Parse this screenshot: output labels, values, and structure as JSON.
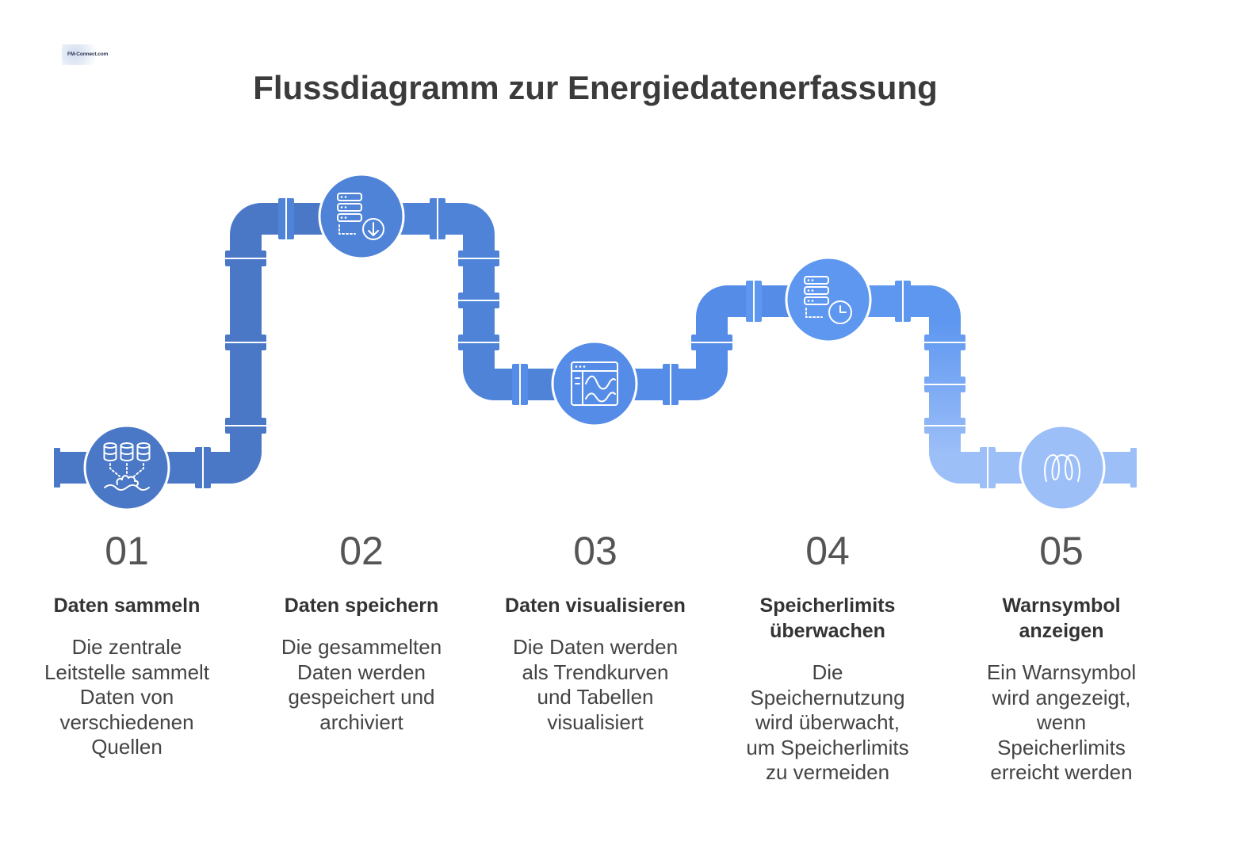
{
  "logo": {
    "text": "FM-Connect.com"
  },
  "title": "Flussdiagramm zur Energiedatenerfassung",
  "colors": {
    "stage_1": "#4a78c6",
    "stage_2": "#4e83d8",
    "stage_3": "#558ce7",
    "stage_4": "#5e97f0",
    "stage_5": "#9dbff8",
    "icon": "#ffffff",
    "title_text": "#3b3b3b",
    "body_text": "#444444"
  },
  "steps": [
    {
      "number": "01",
      "heading": "Daten sammeln",
      "description": "Die zentrale\nLeitstelle sammelt\nDaten von\nverschiedenen\nQuellen",
      "icon": "databases-collect-icon"
    },
    {
      "number": "02",
      "heading": "Daten speichern",
      "description": "Die gesammelten\nDaten werden\ngespeichert und\narchiviert",
      "icon": "server-download-icon"
    },
    {
      "number": "03",
      "heading": "Daten visualisieren",
      "description": "Die Daten werden\nals Trendkurven\nund Tabellen\nvisualisiert",
      "icon": "browser-chart-icon"
    },
    {
      "number": "04",
      "heading": "Speicherlimits\nüberwachen",
      "description": "Die\nSpeichernutzung\nwird überwacht,\num Speicherlimits\nzu vermeiden",
      "icon": "server-clock-icon"
    },
    {
      "number": "05",
      "heading": "Warnsymbol\nanzeigen",
      "description": "Ein Warnsymbol\nwird angezeigt,\nwenn\nSpeicherlimits\nerreicht werden",
      "icon": "coil-icon"
    }
  ]
}
